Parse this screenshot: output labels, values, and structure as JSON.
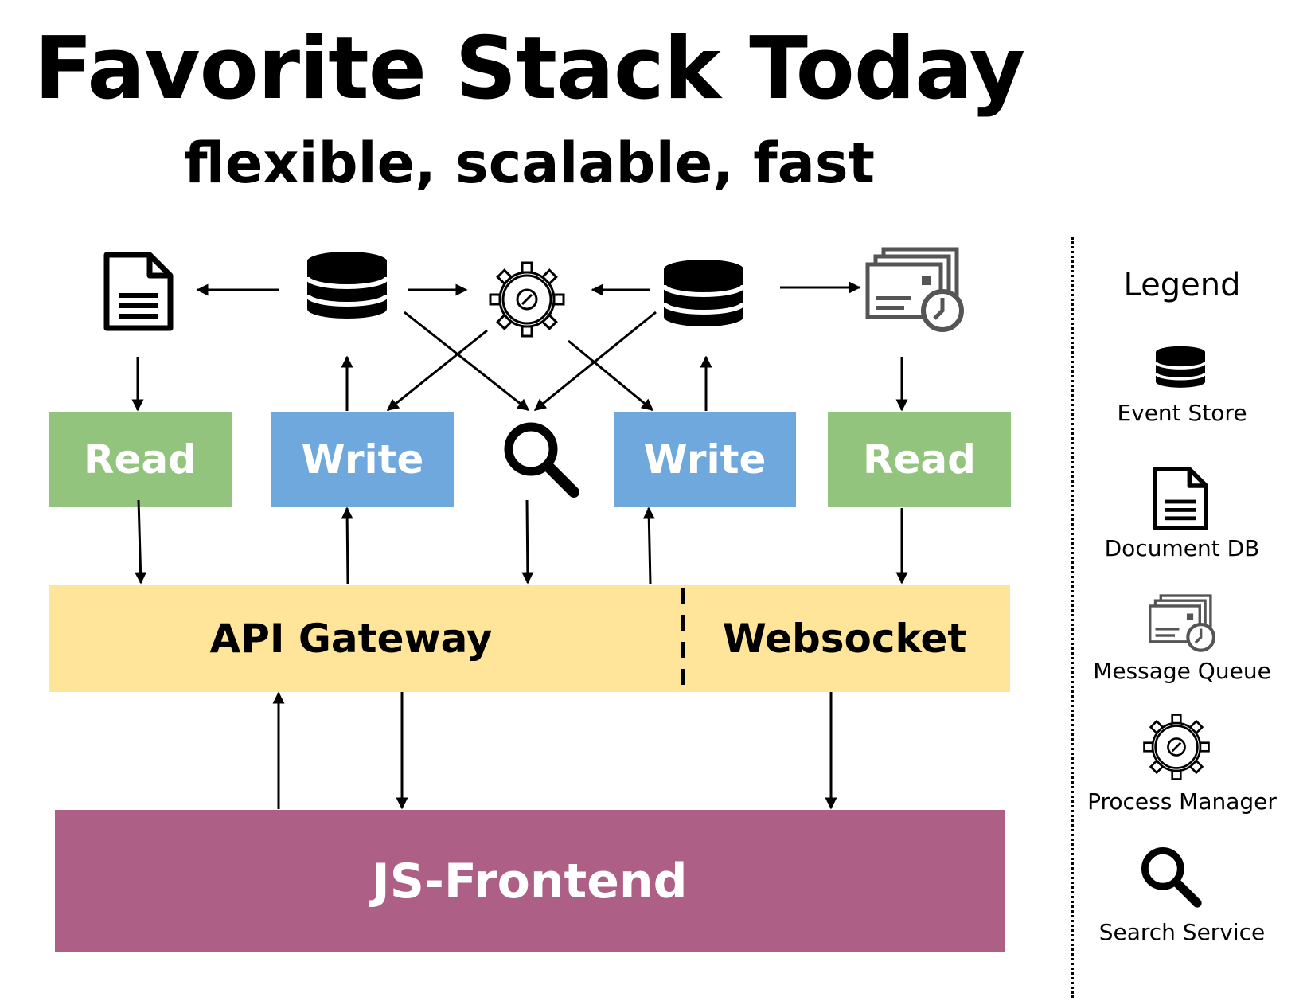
{
  "header": {
    "title": "Favorite Stack Today",
    "subtitle": "flexible, scalable, fast"
  },
  "boxes": {
    "read_left": "Read",
    "write_left": "Write",
    "write_right": "Write",
    "read_right": "Read"
  },
  "gateway": {
    "api_label": "API Gateway",
    "websocket_label": "Websocket"
  },
  "frontend": {
    "label": "JS-Frontend"
  },
  "legend": {
    "title": "Legend",
    "items": [
      {
        "label": "Event Store",
        "icon": "database-icon"
      },
      {
        "label": "Document DB",
        "icon": "document-icon"
      },
      {
        "label": "Message Queue",
        "icon": "message-queue-icon"
      },
      {
        "label": "Process Manager",
        "icon": "gear-icon"
      },
      {
        "label": "Search Service",
        "icon": "search-icon"
      }
    ]
  },
  "colors": {
    "read": "#93c47d",
    "write": "#6fa8dc",
    "gateway": "#ffe599",
    "frontend": "#ad5f85"
  }
}
